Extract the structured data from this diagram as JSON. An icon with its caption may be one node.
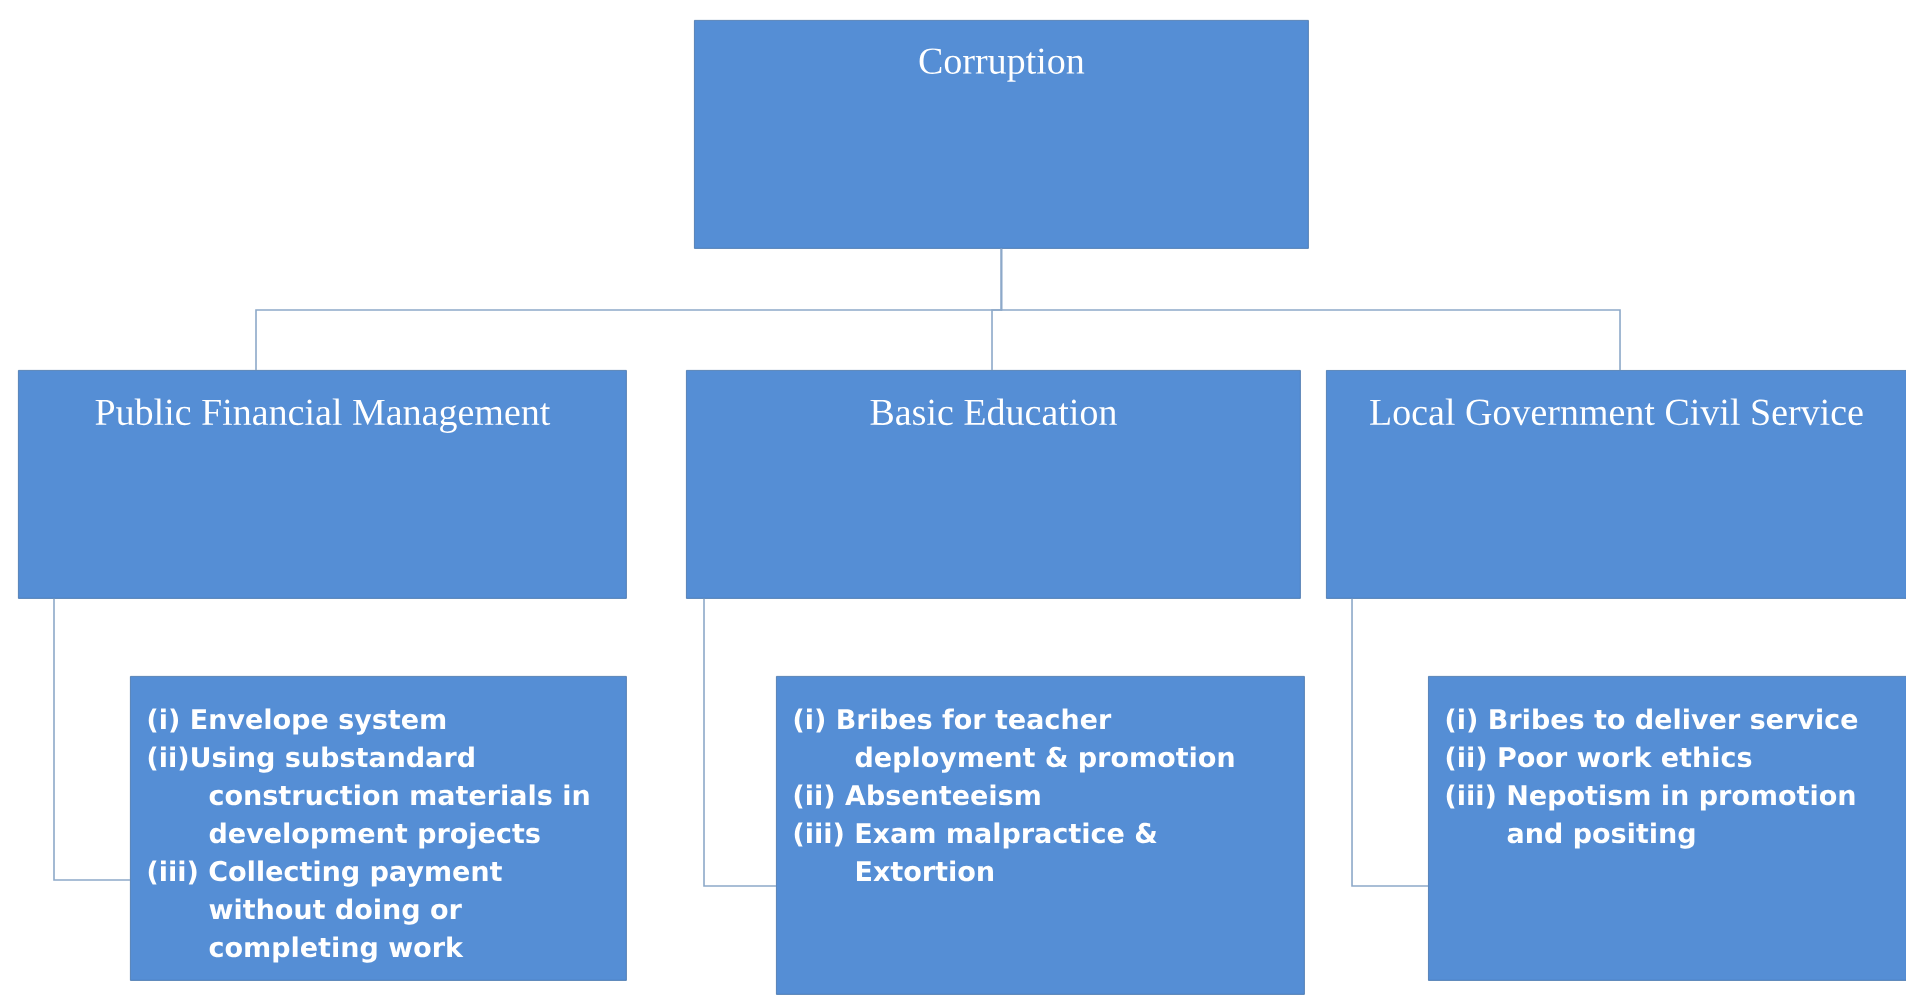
{
  "diagram": {
    "nodes": [
      {
        "text": [
          "Corruption"
        ]
      },
      {
        "text": [
          "Public Financial Management"
        ]
      },
      {
        "text": [
          "Basic Education"
        ]
      },
      {
        "text": [
          "Local Government Civil Service"
        ]
      },
      {
        "text": [
          "(i) Envelope system",
          "(ii)Using substandard construction materials in development projects",
          "(iii) Collecting payment without doing or completing work"
        ]
      },
      {
        "text": [
          "(i) Bribes for teacher deployment & promotion",
          "(ii) Absenteeism",
          "(iii) Exam malpractice & Extortion"
        ]
      },
      {
        "text": [
          "(i) Bribes to deliver service",
          "(ii) Poor work ethics",
          "(iii) Nepotism in promotion and positing"
        ]
      }
    ],
    "edges": [
      {
        "from": 0,
        "to": 1,
        "arrow": "none"
      },
      {
        "from": 0,
        "to": 2,
        "arrow": "none"
      },
      {
        "from": 0,
        "to": 3,
        "arrow": "none"
      },
      {
        "from": 1,
        "to": 4,
        "arrow": "none"
      },
      {
        "from": 2,
        "to": 5,
        "arrow": "none"
      },
      {
        "from": 3,
        "to": 6,
        "arrow": "none"
      }
    ]
  }
}
